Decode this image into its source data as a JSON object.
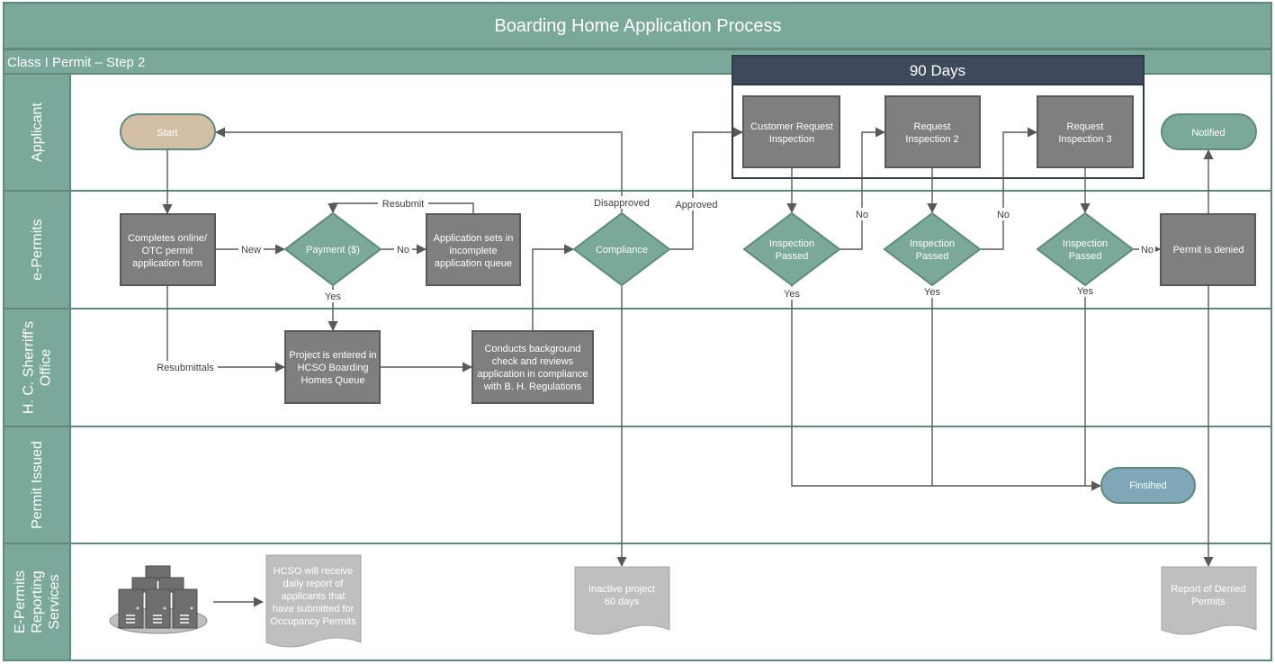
{
  "title": "Boarding Home Application Process",
  "subtitle": "Class I Permit – Step 2",
  "period_label": "90 Days",
  "lanes": [
    {
      "id": "applicant",
      "lines": [
        "Applicant"
      ]
    },
    {
      "id": "epermits",
      "lines": [
        "e-Permits"
      ]
    },
    {
      "id": "sheriff",
      "lines": [
        "H. C. Sherriff's",
        "Office"
      ]
    },
    {
      "id": "issued",
      "lines": [
        "Permit Issued"
      ]
    },
    {
      "id": "reporting",
      "lines": [
        "E-Permits",
        "Reporting",
        "Services"
      ]
    }
  ],
  "nodes": {
    "start": {
      "lines": [
        "Start"
      ]
    },
    "customer_request": {
      "lines": [
        "Customer Request",
        "Inspection"
      ]
    },
    "request2": {
      "lines": [
        "Request",
        "Inspection 2"
      ]
    },
    "request3": {
      "lines": [
        "Request",
        "Inspection 3"
      ]
    },
    "notified": {
      "lines": [
        "Notified"
      ]
    },
    "completes": {
      "lines": [
        "Completes online/",
        "OTC permit",
        "application form"
      ]
    },
    "payment": {
      "lines": [
        "Payment ($)"
      ]
    },
    "incomplete": {
      "lines": [
        "Application sets in",
        "incomplete",
        "application queue"
      ]
    },
    "compliance": {
      "lines": [
        "Compliance"
      ]
    },
    "insp1": {
      "lines": [
        "Inspection",
        "Passed"
      ]
    },
    "insp2": {
      "lines": [
        "Inspection",
        "Passed"
      ]
    },
    "insp3": {
      "lines": [
        "Inspection",
        "Passed"
      ]
    },
    "denied": {
      "lines": [
        "Permit is denied"
      ]
    },
    "hcso_queue": {
      "lines": [
        "Project is entered in",
        "HCSO Boarding",
        "Homes Queue"
      ]
    },
    "background": {
      "lines": [
        "Conducts background",
        "check and reviews",
        "application in compliance",
        "with B. H. Regulations"
      ]
    },
    "finished": {
      "lines": [
        "Finsihed"
      ]
    },
    "daily_report": {
      "lines": [
        "HCSO will receive",
        "daily report of",
        "applicants that",
        "have submitted for",
        "Occupancy Permits"
      ]
    },
    "inactive": {
      "lines": [
        "Inactive project",
        "60 days"
      ]
    },
    "denied_report": {
      "lines": [
        "Report of Denied",
        "Permits"
      ]
    }
  },
  "edge_labels": {
    "new": "New",
    "no_payment": "No",
    "yes_payment": "Yes",
    "resubmit": "Resubmit",
    "resubmittals": "Resubmittals",
    "disapproved": "Disapproved",
    "approved": "Approved",
    "no1": "No",
    "no2": "No",
    "no3": "No",
    "yes1": "Yes",
    "yes2": "Yes",
    "yes3": "Yes"
  },
  "colors": {
    "header": "#7aa89a",
    "lane_header": "#7aa89a",
    "border": "#5e8a7d",
    "dark_box": "#7f7f7f",
    "teal": "#7aa89a",
    "start_fill": "#d3bfa6",
    "finished_fill": "#7fa7b8",
    "doc_fill": "#bfbfbf",
    "period_header": "#3e4a5c",
    "line": "#595959"
  }
}
